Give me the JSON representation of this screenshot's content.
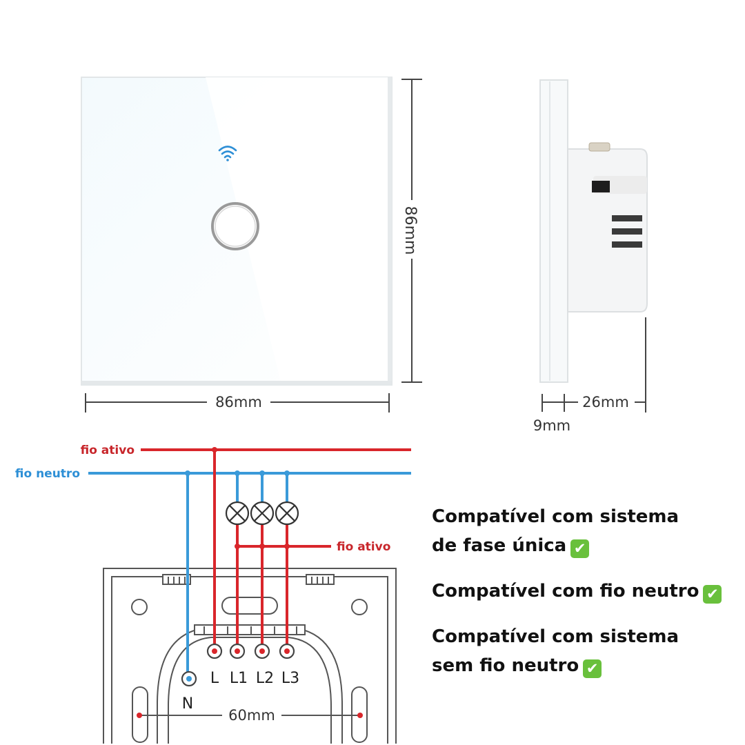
{
  "dimensions": {
    "front_width": "86mm",
    "front_height": "86mm",
    "side_depth": "26mm",
    "side_plate": "9mm",
    "mount_spacing": "60mm"
  },
  "wiring": {
    "live_top_label": "fio ativo",
    "neutral_label": "fio neutro",
    "live_switched_label": "fio ativo",
    "terminals": [
      "N",
      "L",
      "L1",
      "L2",
      "L3"
    ]
  },
  "compatibility": [
    {
      "lines": [
        "Compatível com sistema",
        "de fase única"
      ]
    },
    {
      "lines": [
        "Compatível com fio neutro"
      ]
    },
    {
      "lines": [
        "Compatível com sistema",
        "sem fio neutro"
      ]
    }
  ],
  "icons": {
    "check": "✔",
    "wifi": "wifi-icon"
  },
  "colors": {
    "live_wire": "#d9262b",
    "neutral_wire": "#3a9ad9",
    "wifi": "#2e8fd6",
    "check": "#69c03c"
  }
}
